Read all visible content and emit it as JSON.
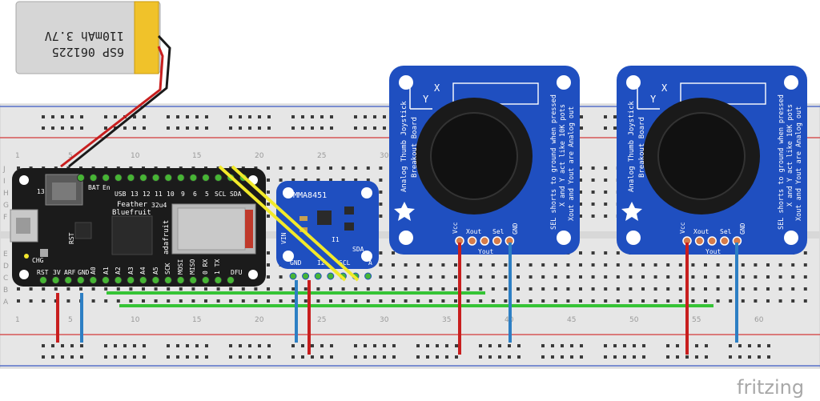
{
  "battery": {
    "line1": "6SP 061225",
    "line2": "110mAh 3.7V"
  },
  "feather": {
    "labels_top": [
      "BAT",
      "En",
      "USB",
      "13",
      "12",
      "11",
      "10",
      "9",
      "6",
      "5",
      "SCL",
      "SDA"
    ],
    "name1": "Feather",
    "name2": "Bluefruit",
    "chip": "32u4",
    "brand": "adafruit",
    "labels_bottom": [
      "RST",
      "3V",
      "ARF",
      "GND",
      "A0",
      "A1",
      "A2",
      "A3",
      "A4",
      "A5",
      "SCK",
      "MOSI",
      "MISO",
      "0 RX",
      "1 TX",
      "DFU"
    ],
    "chg": "CHG",
    "rst": "RST",
    "pin13": "13"
  },
  "accelerometer": {
    "name": "MMA8451",
    "labels": [
      "VIN",
      "GND",
      "I1",
      "I2",
      "SCL",
      "SDA",
      "A"
    ]
  },
  "joysticks": [
    {
      "title1": "Analog Thumb Joystick",
      "title2": "Breakout Board",
      "note1": "SEL shorts to ground when pressed",
      "note2": "X and Y act like 10K pots",
      "note3": "Xout and Yout are Analog out",
      "axis_x": "X",
      "axis_y": "Y",
      "pins": [
        "Vcc",
        "Xout",
        "Sel",
        "GND"
      ],
      "pin_yout": "Yout"
    },
    {
      "title1": "Analog Thumb Joystick",
      "title2": "Breakout Board",
      "note1": "SEL shorts to ground when pressed",
      "note2": "X and Y act like 10K pots",
      "note3": "Xout and Yout are Analog out",
      "axis_x": "X",
      "axis_y": "Y",
      "pins": [
        "Vcc",
        "Xout",
        "Sel",
        "GND"
      ],
      "pin_yout": "Yout"
    }
  ],
  "breadboard": {
    "column_numbers": [
      "1",
      "5",
      "10",
      "15",
      "20",
      "25",
      "30",
      "35",
      "40",
      "45",
      "50",
      "55",
      "60"
    ],
    "row_letters_top": [
      "J",
      "I",
      "H",
      "G",
      "F"
    ],
    "row_letters_bottom": [
      "E",
      "D",
      "C",
      "B",
      "A"
    ]
  },
  "wire_colors": {
    "red": "#c81e1e",
    "black": "#1a1a1a",
    "blue": "#2d7fc4",
    "green": "#36c436",
    "yellow": "#f2ea2a"
  },
  "logo": "fritzing"
}
